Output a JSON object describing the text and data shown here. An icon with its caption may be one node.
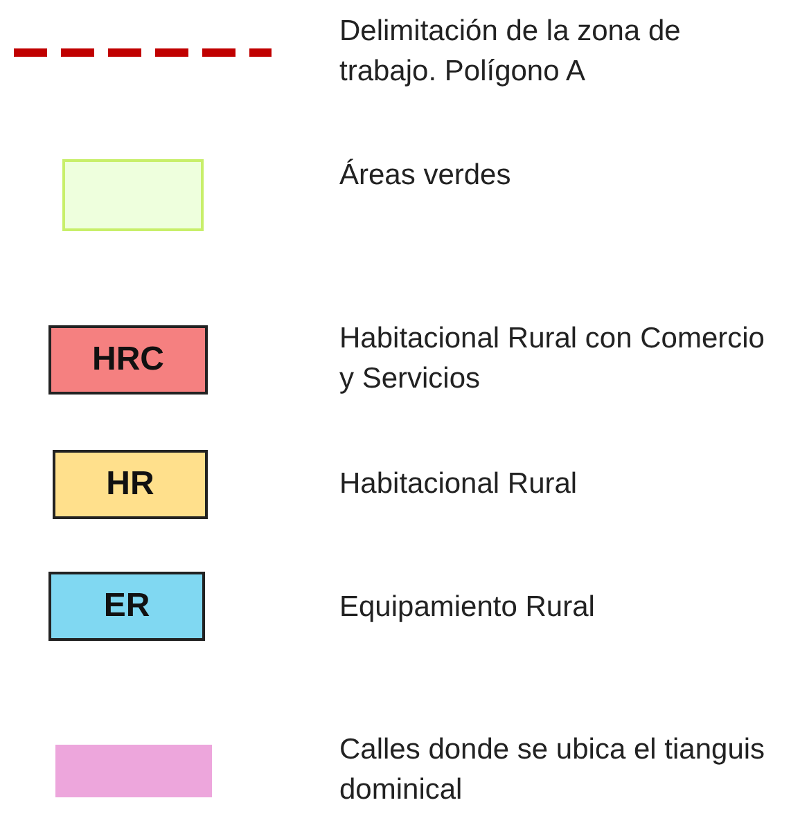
{
  "diagram": {
    "labels": [
      "HRC",
      "HR",
      "ER"
    ],
    "legend": [
      {
        "text": "Delimitación de la zona de trabajo. Polígono A"
      },
      {
        "text": "Áreas verdes",
        "color": "#eeffdd"
      },
      {
        "text": "Habitacional Rural con Comercio y Servicios",
        "color": "#f58080"
      },
      {
        "text": "Habitacional Rural",
        "color": "#ffe08c"
      },
      {
        "text": "Equipamiento Rural",
        "color": "#80d8f2"
      },
      {
        "text": "Calles donde se ubica el tianguis dominical",
        "color": "#eda6dc"
      }
    ]
  }
}
